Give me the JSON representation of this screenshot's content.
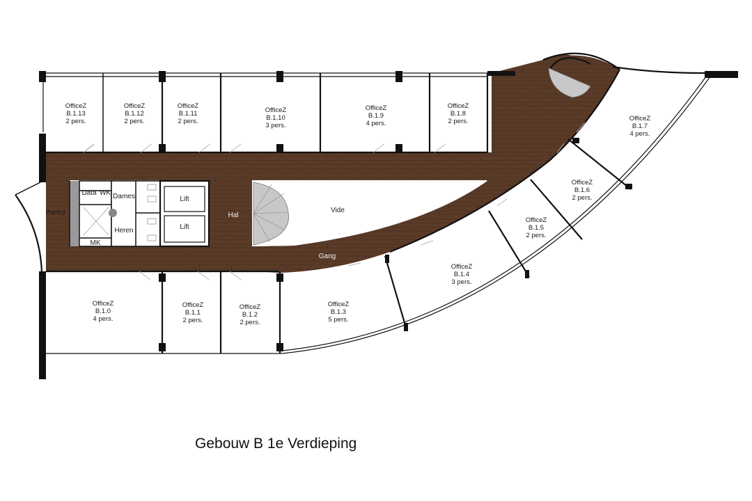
{
  "title": "Gebouw B 1e Verdieping",
  "rooms": [
    {
      "id": "b113",
      "name": "OfficeZ",
      "code": "B.1.13",
      "capacity": "2 pers."
    },
    {
      "id": "b112",
      "name": "OfficeZ",
      "code": "B.1.12",
      "capacity": "2 pers."
    },
    {
      "id": "b111",
      "name": "OfficeZ",
      "code": "B.1.11",
      "capacity": "2 pers."
    },
    {
      "id": "b110",
      "name": "OfficeZ",
      "code": "B.1.10",
      "capacity": "3 pers."
    },
    {
      "id": "b19",
      "name": "OfficeZ",
      "code": "B.1.9",
      "capacity": "4 pers."
    },
    {
      "id": "b18",
      "name": "OfficeZ",
      "code": "B.1.8",
      "capacity": "2 pers."
    },
    {
      "id": "b17",
      "name": "OfficeZ",
      "code": "B.1.7",
      "capacity": "4 pers."
    },
    {
      "id": "b16",
      "name": "OfficeZ",
      "code": "B.1.6",
      "capacity": "2 pers."
    },
    {
      "id": "b15",
      "name": "OfficeZ",
      "code": "B.1.5",
      "capacity": "2 pers."
    },
    {
      "id": "b14",
      "name": "OfficeZ",
      "code": "B.1.4",
      "capacity": "3 pers."
    },
    {
      "id": "b13",
      "name": "OfficeZ",
      "code": "B.1.3",
      "capacity": "5 pers."
    },
    {
      "id": "b12",
      "name": "OfficeZ",
      "code": "B.1.2",
      "capacity": "2 pers."
    },
    {
      "id": "b11",
      "name": "OfficeZ",
      "code": "B.1.1",
      "capacity": "2 pers."
    },
    {
      "id": "b10",
      "name": "OfficeZ",
      "code": "B.1.0",
      "capacity": "4 pers."
    }
  ],
  "spaces": {
    "pantry": "Pantry",
    "data": "Data",
    "wk": "WK",
    "dames": "Dames",
    "heren": "Heren",
    "mk": "MK",
    "lift1": "Lift",
    "lift2": "Lift",
    "hal": "Hal",
    "vide": "Vide",
    "gang": "Gang"
  },
  "colors": {
    "corridor_floor": "#5a3b28",
    "walls": "#111111",
    "shaft": "#9a9a9a",
    "stair": "#c8c8c8"
  }
}
